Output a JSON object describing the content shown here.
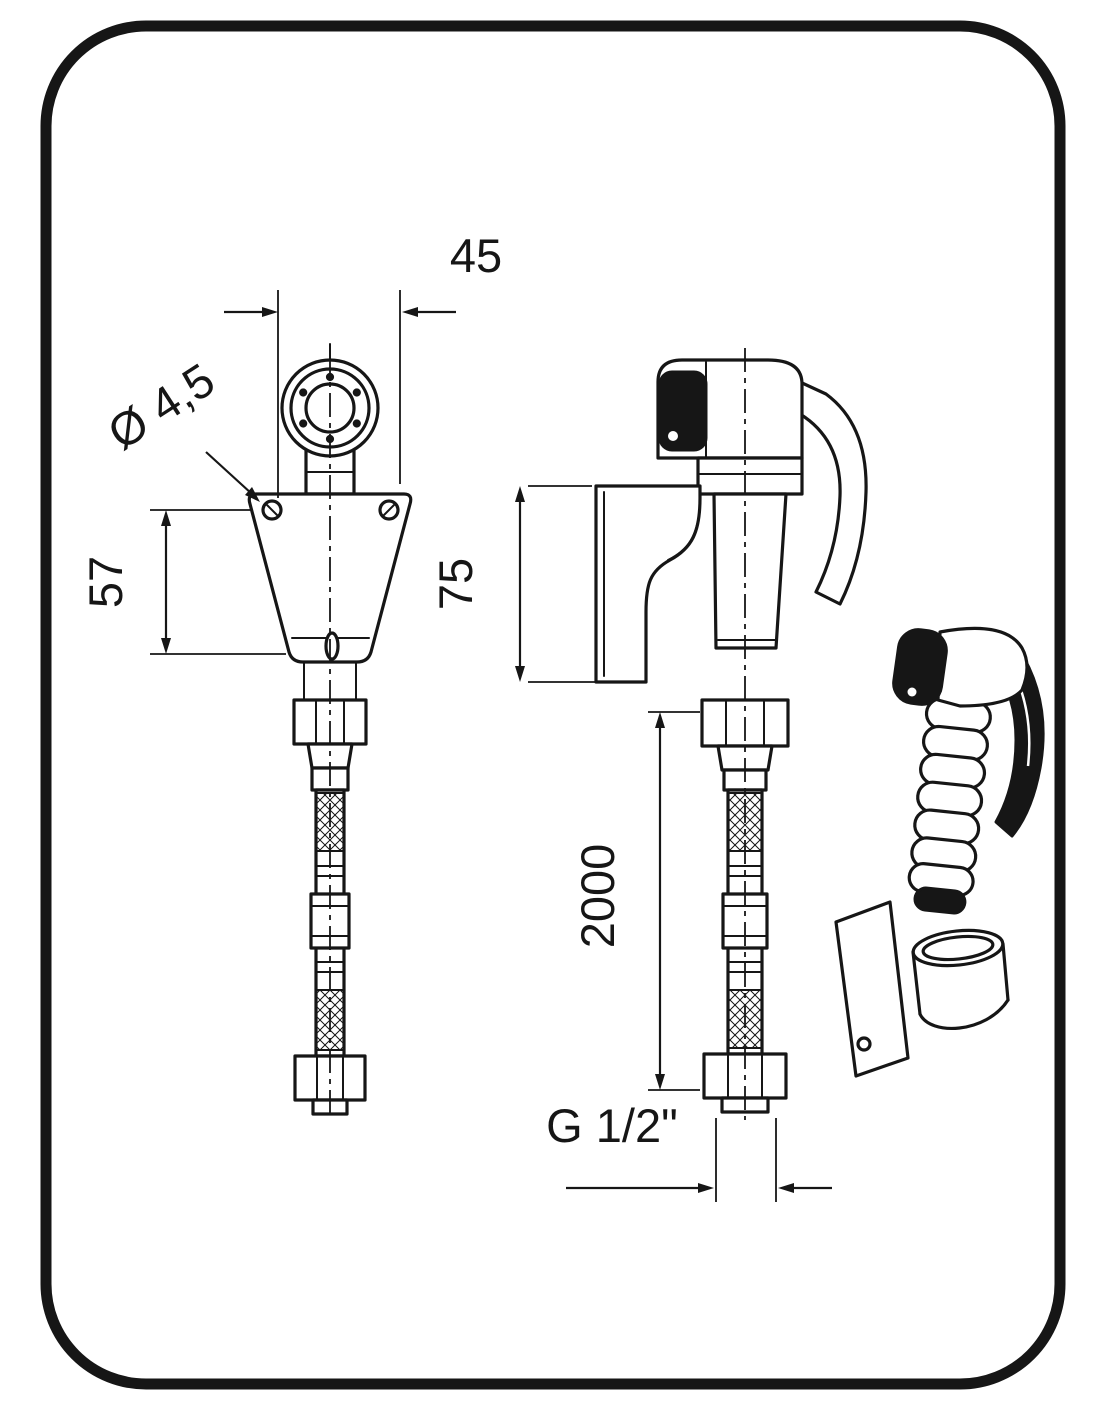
{
  "page": {
    "background": "#ffffff",
    "line_color": "#161616",
    "type": "technical-drawing",
    "subject": "hand sprayer with wall holder and flexible hose - dimensioned views"
  },
  "diagram": {
    "labels": {
      "width_top": "45",
      "hole_diameter": "Ø 4,5",
      "height_left": "57",
      "holder_height": "75",
      "hose_length": "2000",
      "thread_size": "G 1/2\""
    }
  }
}
